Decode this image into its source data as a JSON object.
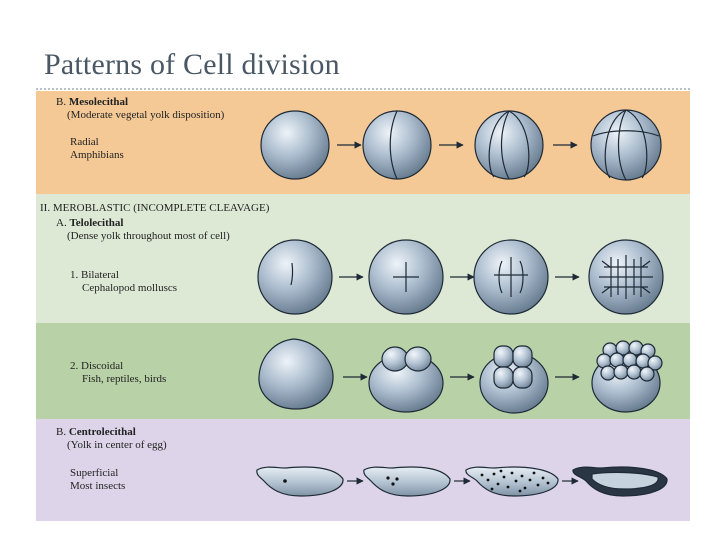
{
  "title": "Patterns of Cell division",
  "sections": {
    "mesolecithal": {
      "letter": "B.",
      "heading": "Mesolecithal",
      "description": "(Moderate vegetal yolk disposition)",
      "pattern": "Radial",
      "organisms": "Amphibians"
    },
    "meroblastic": {
      "heading": "II.  MEROBLASTIC (INCOMPLETE CLEAVAGE)"
    },
    "telolecithal": {
      "letter": "A.",
      "heading": "Telolecithal",
      "description": "(Dense yolk throughout most of cell)",
      "pattern": "1.  Bilateral",
      "organisms": "Cephalopod molluscs"
    },
    "discoidal": {
      "pattern": "2.  Discoidal",
      "organisms": "Fish, reptiles, birds"
    },
    "centrolecithal": {
      "letter": "B.",
      "heading": "Centrolecithal",
      "description": "(Yolk in center of egg)",
      "pattern": "Superficial",
      "organisms": "Most insects"
    }
  },
  "colors": {
    "mesolecithal_band": "#f4c996",
    "telolecithal_band": "#dde9d5",
    "discoidal_band": "#b9d1a7",
    "centrolecithal_band": "#ddd4e9",
    "cell_fill": "#9fb4c8",
    "cell_outline": "#1e2a36"
  }
}
